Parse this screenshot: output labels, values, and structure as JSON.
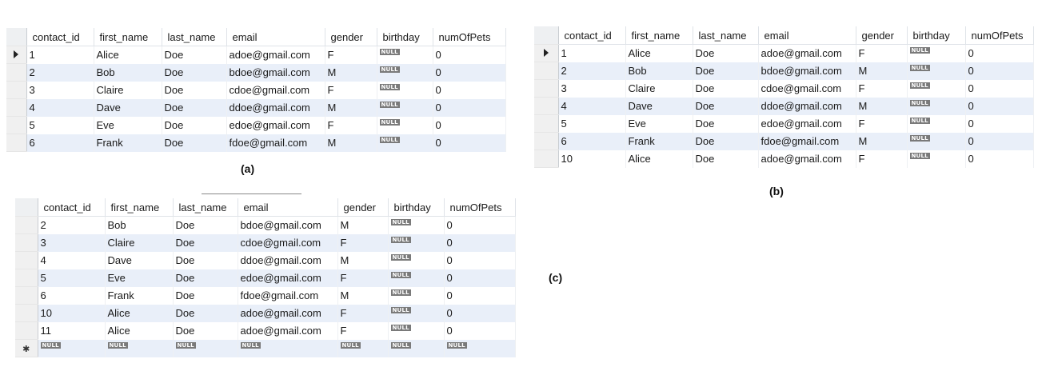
{
  "columns": [
    "contact_id",
    "first_name",
    "last_name",
    "email",
    "gender",
    "birthday",
    "numOfPets"
  ],
  "null_label": "NULL",
  "panels": {
    "a": {
      "caption": "(a)",
      "rows": [
        {
          "contact_id": "1",
          "first_name": "Alice",
          "last_name": "Doe",
          "email": "adoe@gmail.com",
          "gender": "F",
          "birthday": "NULL",
          "numOfPets": "0"
        },
        {
          "contact_id": "2",
          "first_name": "Bob",
          "last_name": "Doe",
          "email": "bdoe@gmail.com",
          "gender": "M",
          "birthday": "NULL",
          "numOfPets": "0"
        },
        {
          "contact_id": "3",
          "first_name": "Claire",
          "last_name": "Doe",
          "email": "cdoe@gmail.com",
          "gender": "F",
          "birthday": "NULL",
          "numOfPets": "0"
        },
        {
          "contact_id": "4",
          "first_name": "Dave",
          "last_name": "Doe",
          "email": "ddoe@gmail.com",
          "gender": "M",
          "birthday": "NULL",
          "numOfPets": "0"
        },
        {
          "contact_id": "5",
          "first_name": "Eve",
          "last_name": "Doe",
          "email": "edoe@gmail.com",
          "gender": "F",
          "birthday": "NULL",
          "numOfPets": "0"
        },
        {
          "contact_id": "6",
          "first_name": "Frank",
          "last_name": "Doe",
          "email": "fdoe@gmail.com",
          "gender": "M",
          "birthday": "NULL",
          "numOfPets": "0"
        }
      ]
    },
    "b": {
      "caption": "(b)",
      "rows": [
        {
          "contact_id": "1",
          "first_name": "Alice",
          "last_name": "Doe",
          "email": "adoe@gmail.com",
          "gender": "F",
          "birthday": "NULL",
          "numOfPets": "0"
        },
        {
          "contact_id": "2",
          "first_name": "Bob",
          "last_name": "Doe",
          "email": "bdoe@gmail.com",
          "gender": "M",
          "birthday": "NULL",
          "numOfPets": "0"
        },
        {
          "contact_id": "3",
          "first_name": "Claire",
          "last_name": "Doe",
          "email": "cdoe@gmail.com",
          "gender": "F",
          "birthday": "NULL",
          "numOfPets": "0"
        },
        {
          "contact_id": "4",
          "first_name": "Dave",
          "last_name": "Doe",
          "email": "ddoe@gmail.com",
          "gender": "M",
          "birthday": "NULL",
          "numOfPets": "0"
        },
        {
          "contact_id": "5",
          "first_name": "Eve",
          "last_name": "Doe",
          "email": "edoe@gmail.com",
          "gender": "F",
          "birthday": "NULL",
          "numOfPets": "0"
        },
        {
          "contact_id": "6",
          "first_name": "Frank",
          "last_name": "Doe",
          "email": "fdoe@gmail.com",
          "gender": "M",
          "birthday": "NULL",
          "numOfPets": "0"
        },
        {
          "contact_id": "10",
          "first_name": "Alice",
          "last_name": "Doe",
          "email": "adoe@gmail.com",
          "gender": "F",
          "birthday": "NULL",
          "numOfPets": "0"
        }
      ]
    },
    "c": {
      "caption": "(c)",
      "rows": [
        {
          "contact_id": "2",
          "first_name": "Bob",
          "last_name": "Doe",
          "email": "bdoe@gmail.com",
          "gender": "M",
          "birthday": "NULL",
          "numOfPets": "0"
        },
        {
          "contact_id": "3",
          "first_name": "Claire",
          "last_name": "Doe",
          "email": "cdoe@gmail.com",
          "gender": "F",
          "birthday": "NULL",
          "numOfPets": "0"
        },
        {
          "contact_id": "4",
          "first_name": "Dave",
          "last_name": "Doe",
          "email": "ddoe@gmail.com",
          "gender": "M",
          "birthday": "NULL",
          "numOfPets": "0"
        },
        {
          "contact_id": "5",
          "first_name": "Eve",
          "last_name": "Doe",
          "email": "edoe@gmail.com",
          "gender": "F",
          "birthday": "NULL",
          "numOfPets": "0"
        },
        {
          "contact_id": "6",
          "first_name": "Frank",
          "last_name": "Doe",
          "email": "fdoe@gmail.com",
          "gender": "M",
          "birthday": "NULL",
          "numOfPets": "0"
        },
        {
          "contact_id": "10",
          "first_name": "Alice",
          "last_name": "Doe",
          "email": "adoe@gmail.com",
          "gender": "F",
          "birthday": "NULL",
          "numOfPets": "0"
        },
        {
          "contact_id": "11",
          "first_name": "Alice",
          "last_name": "Doe",
          "email": "adoe@gmail.com",
          "gender": "F",
          "birthday": "NULL",
          "numOfPets": "0"
        }
      ],
      "new_row": {
        "contact_id": "NULL",
        "first_name": "NULL",
        "last_name": "NULL",
        "email": "NULL",
        "gender": "NULL",
        "birthday": "NULL",
        "numOfPets": "NULL"
      }
    }
  },
  "colors": {
    "alt_row": "#e9eff9",
    "null_badge": "#7a7a7a",
    "selector": "#f0f0f0"
  },
  "icons": {
    "current_row": "current-row-arrow-icon",
    "new_row": "new-row-asterisk-icon"
  }
}
